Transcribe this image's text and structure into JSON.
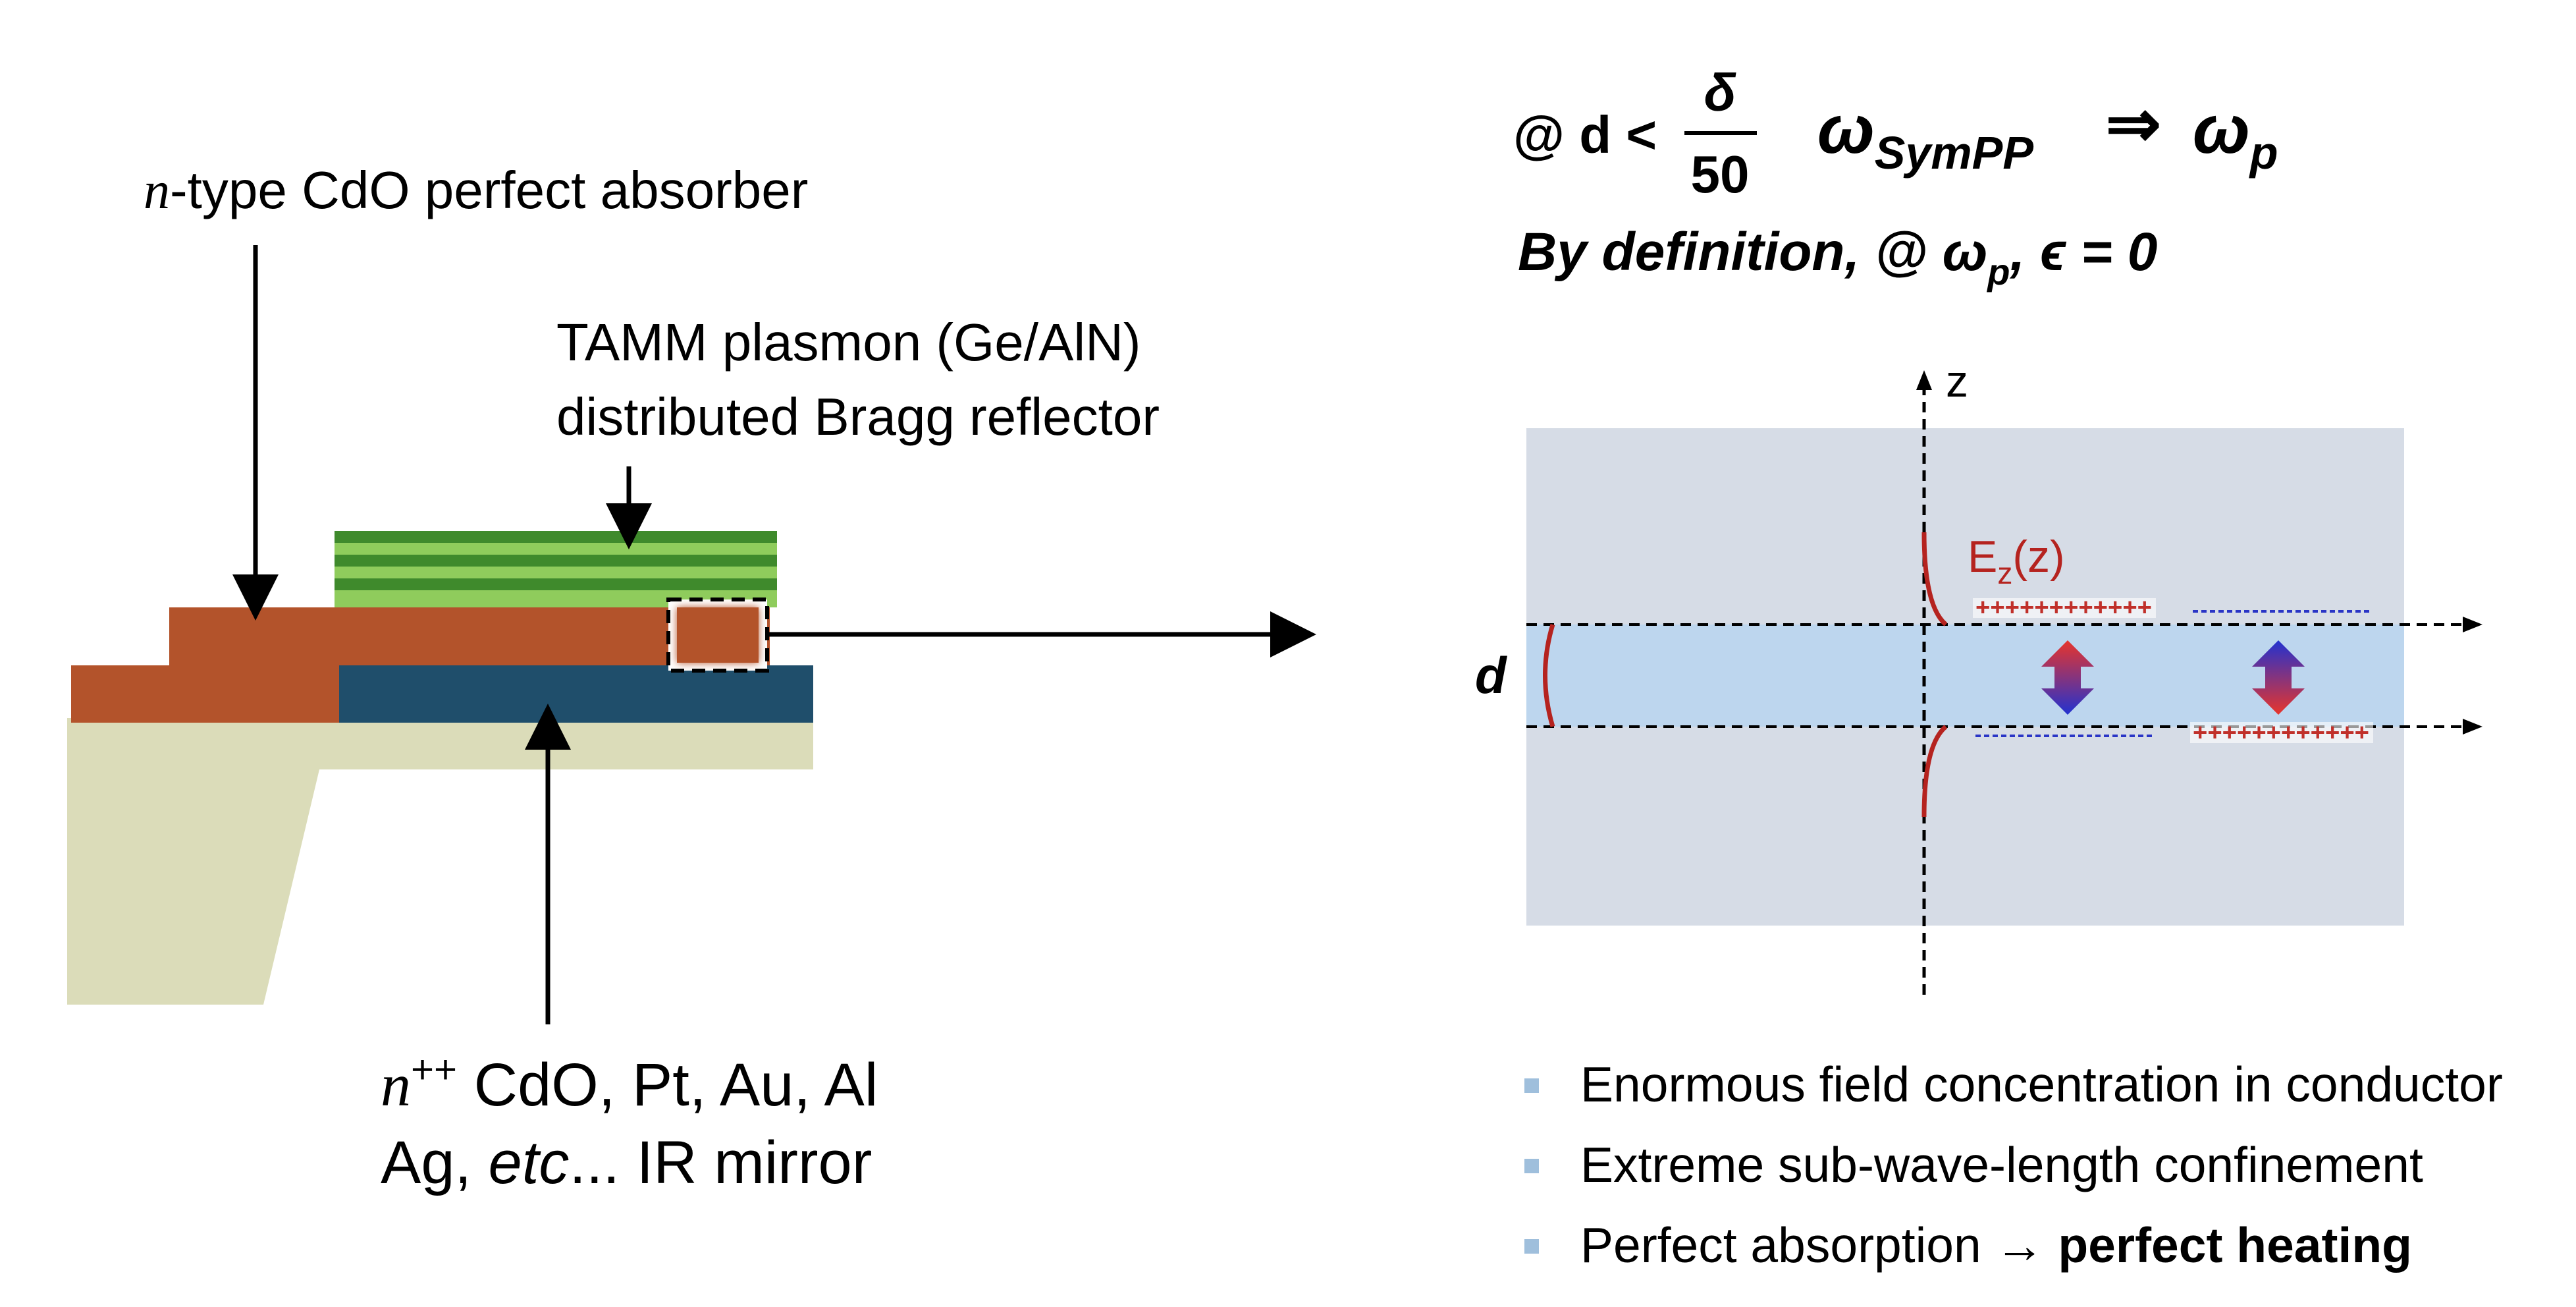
{
  "left_panel": {
    "absorber_label_italic": "n",
    "absorber_label_text": "-type CdO perfect absorber",
    "dbr_label_line1": "TAMM plasmon (Ge/AlN)",
    "dbr_label_line2": "distributed Bragg reflector",
    "mirror_label_italic": "n",
    "mirror_label_sup": "++",
    "mirror_label_line1_rest": " CdO, Pt, Au, Al",
    "mirror_label_line2_a": "Ag, ",
    "mirror_label_line2_italic": "etc",
    "mirror_label_line2_b": "... IR mirror"
  },
  "equations": {
    "eq1_prefix": "@ d <",
    "eq1_numerator": "δ",
    "eq1_denominator": "50",
    "eq1_lhs": "ω",
    "eq1_lhs_sub": "SymPP",
    "eq1_arrow": "⇒",
    "eq1_rhs": "ω",
    "eq1_rhs_sub": "p",
    "eq2_text": "By definition, @ ω",
    "eq2_sub": "p",
    "eq2_rest": ", ϵ = 0"
  },
  "field_diagram": {
    "z_axis_label": "z",
    "field_label": "E",
    "field_label_sub": "z",
    "field_label_arg": "(z)",
    "thickness_label": "d",
    "plus_charges": "++++++++++++",
    "colors": {
      "background": "#d6dce6",
      "film": "#bdd6ee",
      "field_curve": "#b5231f",
      "charge_red": "#c0302a",
      "charge_blue": "#2a35c6"
    }
  },
  "bullets": [
    {
      "text": "Enormous field concentration in conductor"
    },
    {
      "text": "Extreme sub-wave-length confinement"
    },
    {
      "text_plain": "Perfect absorption → ",
      "text_bold": "perfect heating"
    }
  ],
  "colors": {
    "absorber": "#b3532b",
    "mirror": "#1f4e6b",
    "substrate": "#dbdcb9",
    "dbr_light": "#8fcc5c",
    "dbr_dark": "#3f8a2c"
  }
}
